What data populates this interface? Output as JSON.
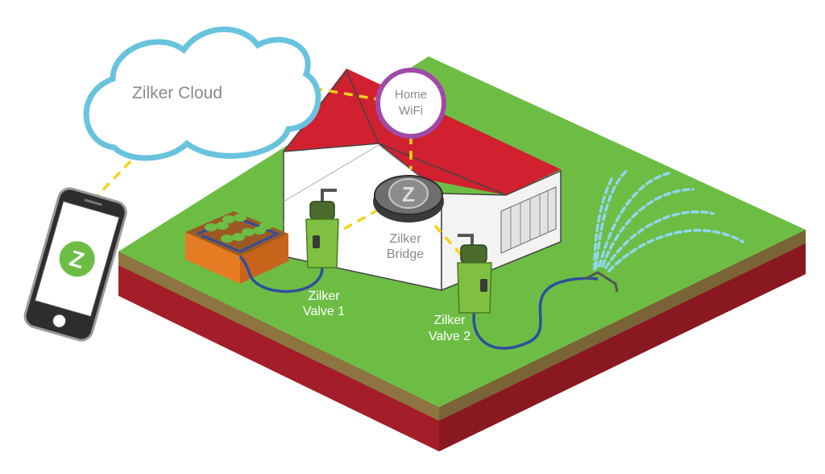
{
  "cloud": {
    "label": "Zilker Cloud"
  },
  "wifi": {
    "line1": "Home",
    "line2": "WiFi"
  },
  "bridge": {
    "line1": "Zilker",
    "line2": "Bridge",
    "logo_letter": "Z"
  },
  "valve1": {
    "line1": "Zilker",
    "line2": "Valve 1"
  },
  "valve2": {
    "line1": "Zilker",
    "line2": "Valve 2"
  },
  "phone": {
    "logo_letter": "Z"
  },
  "colors": {
    "grass": "#6dbd45",
    "soil": "#8a6d3b",
    "clay": "#b0202a",
    "cloud_outline": "#69c3df",
    "wifi_ring": "#a04aa8",
    "roof": "#d1202f",
    "valve_green": "#7fc040",
    "hose_blue": "#2f4e9d",
    "planter_orange": "#e57b22",
    "connection_dash": "#f2d21a",
    "water": "#8fd8ee"
  }
}
